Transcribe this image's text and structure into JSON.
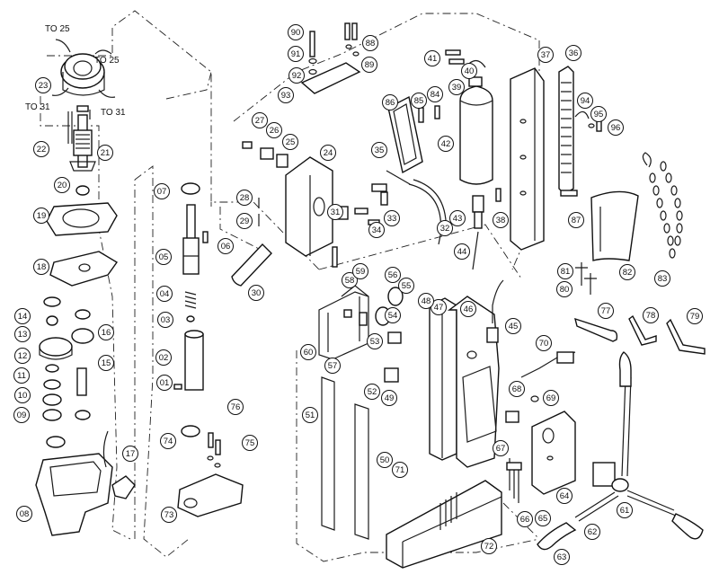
{
  "callouts": [
    "01",
    "02",
    "03",
    "04",
    "05",
    "06",
    "07",
    "08",
    "09",
    "10",
    "11",
    "12",
    "13",
    "14",
    "15",
    "16",
    "17",
    "18",
    "19",
    "20",
    "21",
    "22",
    "23",
    "24",
    "25",
    "26",
    "27",
    "28",
    "29",
    "30",
    "31",
    "32",
    "33",
    "34",
    "35",
    "36",
    "37",
    "38",
    "39",
    "40",
    "41",
    "42",
    "43",
    "44",
    "45",
    "46",
    "47",
    "48",
    "49",
    "50",
    "51",
    "52",
    "53",
    "54",
    "55",
    "56",
    "57",
    "58",
    "59",
    "60",
    "61",
    "62",
    "63",
    "64",
    "65",
    "66",
    "67",
    "68",
    "69",
    "70",
    "71",
    "72",
    "73",
    "74",
    "75",
    "76",
    "77",
    "78",
    "79",
    "80",
    "81",
    "82",
    "83",
    "84",
    "85",
    "86",
    "87",
    "88",
    "89",
    "90",
    "91",
    "92",
    "93",
    "94",
    "95",
    "96"
  ],
  "wire_labels": {
    "to25_a": "TO 25",
    "to25_b": "TO 25",
    "to31_a": "TO 31",
    "to31_b": "TO 31"
  }
}
